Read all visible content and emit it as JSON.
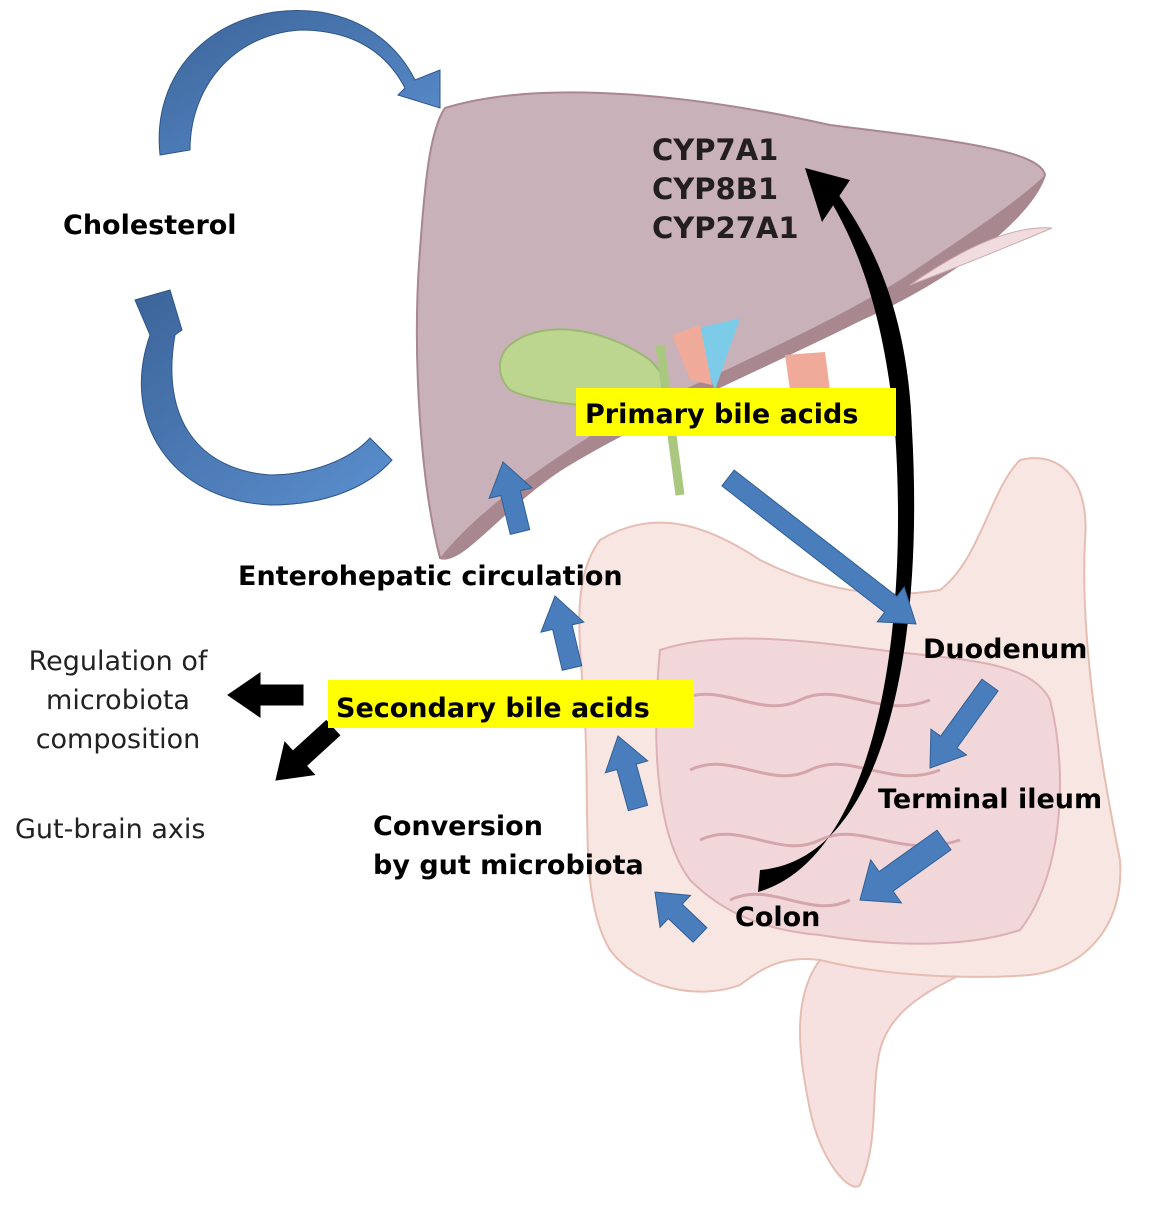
{
  "labels": {
    "cholesterol": "Cholesterol",
    "enzymes": [
      "CYP7A1",
      "CYP8B1",
      "CYP27A1"
    ],
    "primary_bile_acids": "Primary bile acids",
    "enterohepatic_circulation": "Enterohepatic circulation",
    "duodenum": "Duodenum",
    "terminal_ileum": "Terminal ileum",
    "colon": "Colon",
    "conversion": [
      "Conversion",
      "by gut microbiota"
    ],
    "secondary_bile_acids": "Secondary bile acids",
    "regulation": [
      "Regulation of",
      "microbiota",
      "composition"
    ],
    "gut_brain_axis": "Gut-brain axis"
  },
  "colors": {
    "highlight": "#ffff00",
    "arrow_blue": "#4a7dbb",
    "liver": "#c9b1b9",
    "liver_dark": "#a9878f",
    "gallbladder": "#bcd690",
    "intestine": "#f7e1e0",
    "intestine_outline": "#e6bdb3"
  }
}
